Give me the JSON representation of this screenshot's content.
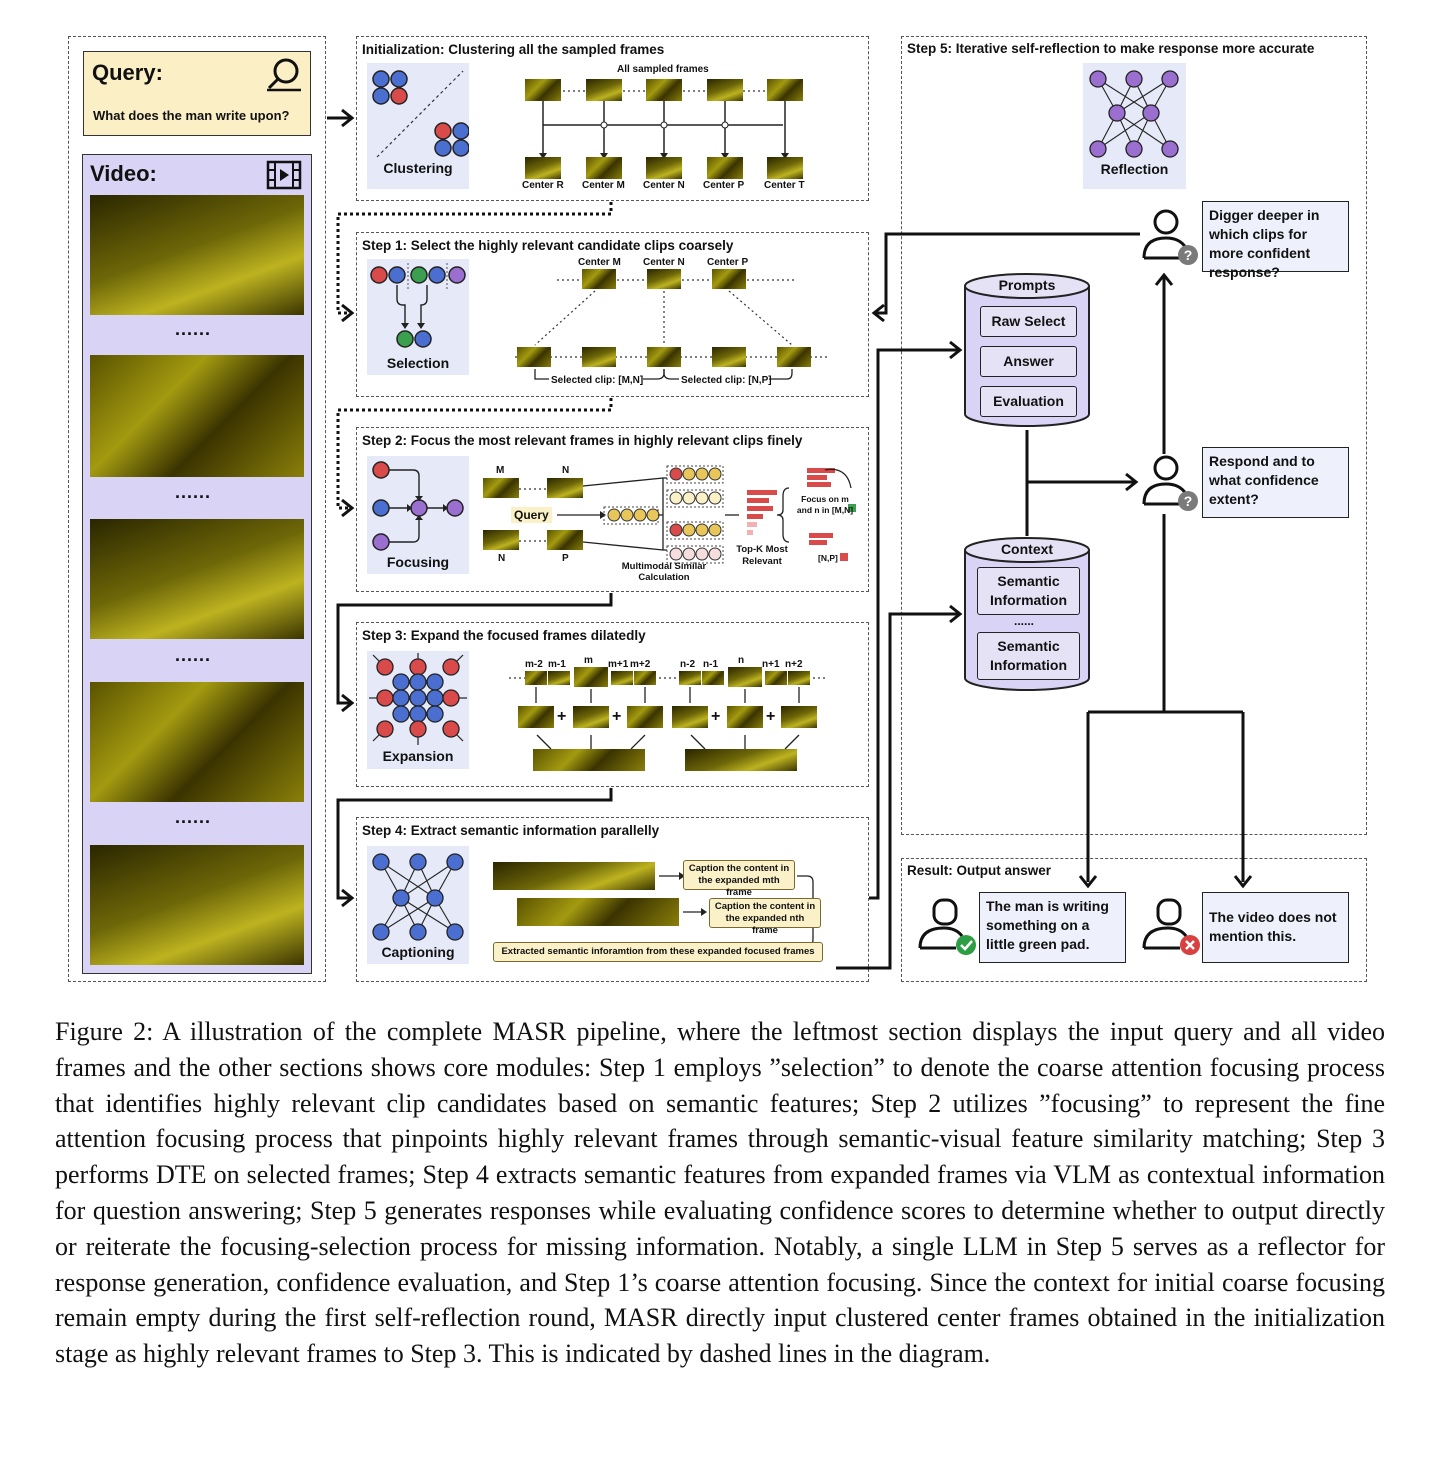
{
  "query": {
    "label": "Query:",
    "text": "What does the man write upon?"
  },
  "video": {
    "label": "Video:",
    "separator": "......"
  },
  "init": {
    "title": "Initialization: Clustering all the sampled frames",
    "panel_label": "Clustering",
    "all_frames_label": "All sampled frames",
    "centers": [
      "Center R",
      "Center M",
      "Center N",
      "Center P",
      "Center T"
    ]
  },
  "step1": {
    "title": "Step 1: Select the highly relevant candidate clips coarsely",
    "panel_label": "Selection",
    "centers": [
      "Center M",
      "Center N",
      "Center P"
    ],
    "clip_labels": [
      "Selected clip: [M,N]",
      "Selected clip: [N,P]"
    ]
  },
  "step2": {
    "title": "Step 2: Focus the most relevant frames in highly relevant clips finely",
    "panel_label": "Focusing",
    "labels": [
      "M",
      "N",
      "N",
      "P"
    ],
    "query_label": "Query",
    "similarity_label": "Multimodal Similar Calculation",
    "topk_label": "Top-K Most Relevant",
    "focus_label": "Focus on m and n in [M,N]",
    "np_label": "[N,P]"
  },
  "step3": {
    "title": "Step 3: Expand the focused frames dilatedly",
    "panel_label": "Expansion",
    "m_labels": [
      "m-2",
      "m-1",
      "m",
      "m+1",
      "m+2"
    ],
    "n_labels": [
      "n-2",
      "n-1",
      "n",
      "n+1",
      "n+2"
    ]
  },
  "step4": {
    "title": "Step 4: Extract semantic information parallelly",
    "panel_label": "Captioning",
    "caption_m": "Caption the content in the expanded mth frame",
    "caption_n": "Caption the content in the expanded nth frame",
    "extracted": "Extracted semantic inforamtion from these expanded focused frames"
  },
  "step5": {
    "title": "Step 5: Iterative self-reflection to make response more accurate",
    "panel_label": "Reflection",
    "prompts_label": "Prompts",
    "prompt_items": [
      "Raw Select",
      "Answer",
      "Evaluation"
    ],
    "context_label": "Context",
    "context_items": [
      "Semantic Information",
      "Semantic Information"
    ],
    "context_dots": "......",
    "digger": "Digger deeper in which clips for more confident response?",
    "respond": "Respond and to what confidence extent?"
  },
  "result": {
    "title": "Result: Output answer",
    "answer_ok": "The man is writing something on a little green pad.",
    "answer_no": "The video does not mention this."
  },
  "caption": "Figure 2: A illustration of the complete MASR pipeline, where the leftmost section displays the input query and all video frames and the other sections shows core modules: Step 1 employs ”selection” to denote the coarse attention focusing process that identifies highly relevant clip candidates based on semantic features; Step 2 utilizes ”focusing” to represent the fine attention focusing process that pinpoints highly relevant frames through semantic-visual feature similarity matching; Step 3 performs DTE on selected frames; Step 4 extracts semantic features from expanded frames via VLM as contextual information for question answering; Step 5 generates responses while evaluating confidence scores to determine whether to output directly or reiterate the focusing-selection process for missing information. Notably, a single LLM in Step 5 serves as a reflector for response generation, confidence evaluation, and Step 1’s coarse attention focusing. Since the context for initial coarse focusing remain empty during the first self-reflection round, MASR directly input clustered center frames obtained in the initialization stage as highly relevant frames to Step 3. This is indicated by dashed lines in the diagram."
}
